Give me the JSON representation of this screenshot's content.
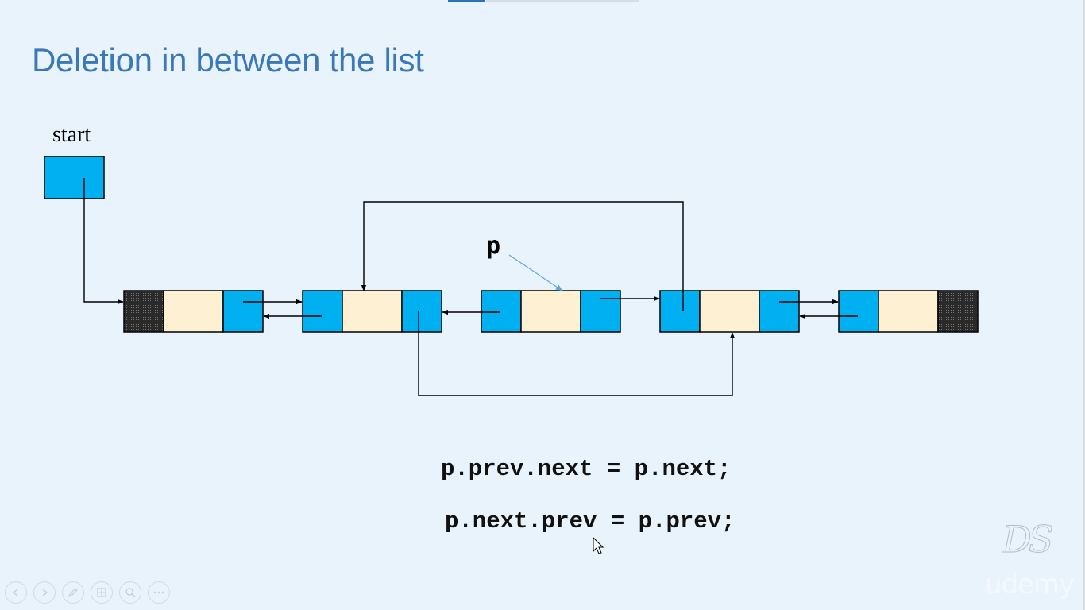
{
  "slide": {
    "title": "Deletion in between the list",
    "start_label": "start",
    "pointer_label": "p"
  },
  "nodes": [
    {
      "id": "node-1",
      "prev": "null",
      "next": "link"
    },
    {
      "id": "node-2",
      "prev": "link",
      "next": "link"
    },
    {
      "id": "node-3",
      "prev": "link",
      "next": "link",
      "pointed_by": "p"
    },
    {
      "id": "node-4",
      "prev": "link",
      "next": "link"
    },
    {
      "id": "node-5",
      "prev": "link",
      "next": "null"
    }
  ],
  "code": {
    "line1": "p.prev.next = p.next;",
    "line2": "p.next.prev = p.prev;"
  },
  "watermark": {
    "logo": "DS",
    "brand": "udemy"
  },
  "controls": [
    "prev-icon",
    "next-icon",
    "pen-icon",
    "slides-icon",
    "zoom-icon",
    "more-icon"
  ],
  "colors": {
    "pointer_cell": "#00b0f0",
    "data_cell": "#fdf0d3",
    "null_cell": "#222222",
    "title": "#3b78b8",
    "background": "#e8f3fc"
  }
}
